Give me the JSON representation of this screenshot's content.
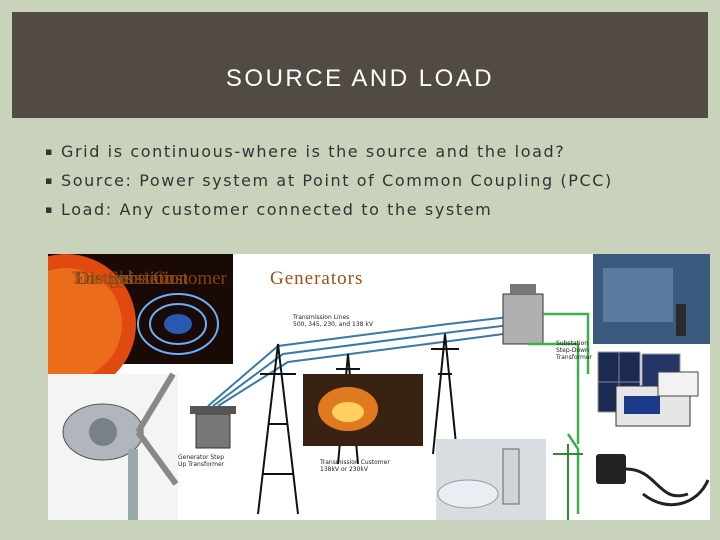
{
  "slide": {
    "title": "SOURCE AND LOAD",
    "bullets": [
      "Grid is continuous-where is the source and the load?",
      "Source: Power system at Point of Common Coupling (PCC)",
      "Load: Any customer connected to the system"
    ],
    "bullet_icon": "square-bullet-icon"
  },
  "figure": {
    "overlapping_captions": [
      "Other",
      "Energy",
      "Transmission",
      "Distribution",
      "Sources",
      "Substation",
      "Customer",
      "Generators"
    ],
    "generators_caption": "Generators",
    "labels": {
      "transmission_lines": "Transmission Lines",
      "transmission_voltages": "500, 345, 230, and 138 kV",
      "substation": "Substation Step-Down Transformer",
      "generator_transformer": "Generator Step Up Transformer",
      "transmission_customer": "Transmission Customer",
      "transmission_customer_kv": "138kV or 230kV"
    },
    "colors": {
      "transmission_line": "#3a78a8",
      "distribution_line": "#3bb04a",
      "sun": "#e04a10"
    }
  }
}
